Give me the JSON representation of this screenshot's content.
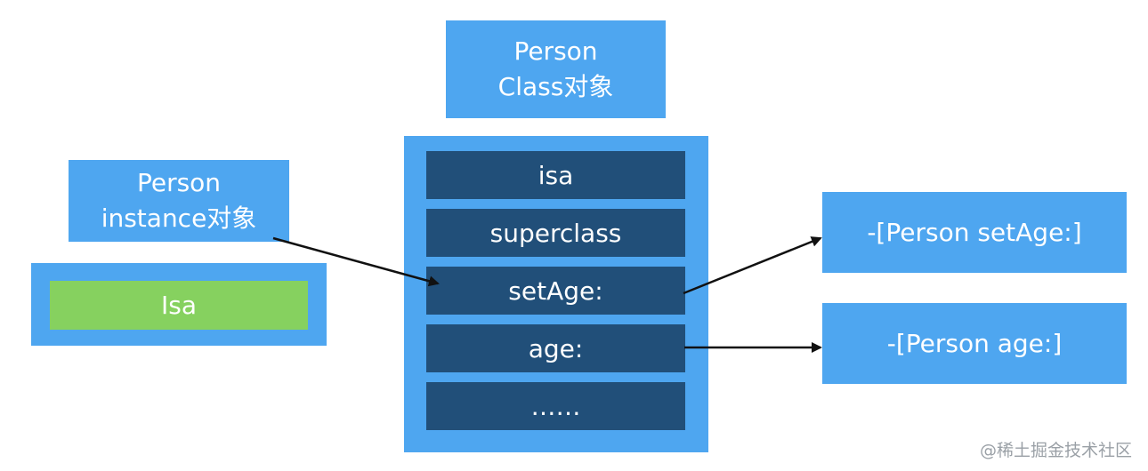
{
  "class_object": {
    "title": "Person\nClass对象",
    "rows": [
      "isa",
      "superclass",
      "setAge:",
      "age:",
      "……"
    ]
  },
  "instance_object": {
    "title": "Person\ninstance对象",
    "field": "Isa"
  },
  "methods": {
    "setAge": "-[Person setAge:]",
    "age": "-[Person age:]"
  },
  "watermark": "@稀土掘金技术社区",
  "colors": {
    "light_blue": "#4ea6f0",
    "dark_blue": "#214f79",
    "green": "#86d15f"
  }
}
